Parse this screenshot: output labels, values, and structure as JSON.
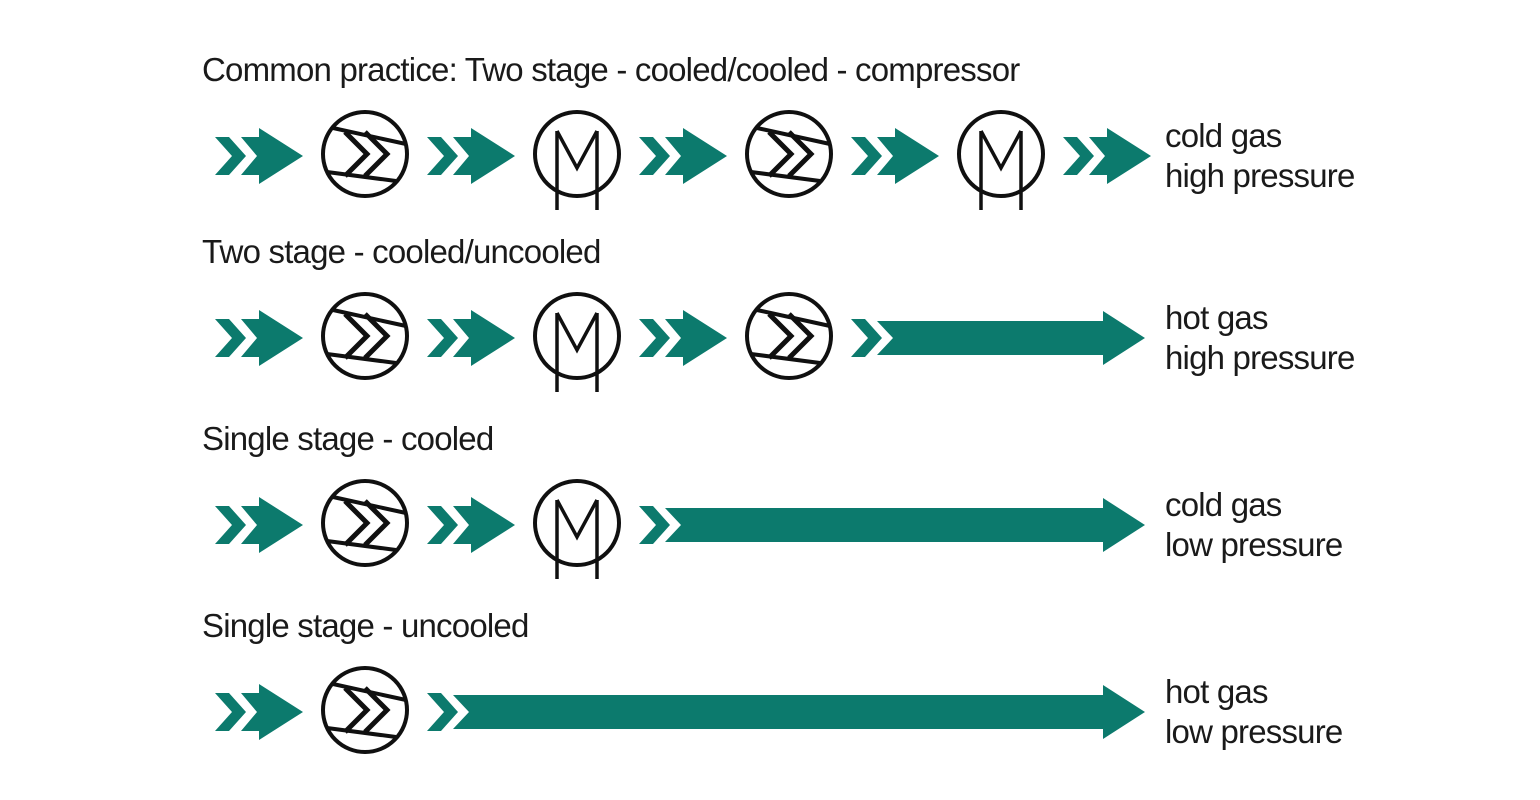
{
  "colors": {
    "accent": "#0c7a6d",
    "symbol_line": "#101010",
    "text": "#1a1a1a",
    "background": "#ffffff"
  },
  "icons": {
    "flow_arrow": "double-chevron-arrow-icon",
    "long_flow_arrow": "long-flow-arrow-icon",
    "compressor": "compressor-icon",
    "motor": "motor-icon"
  },
  "rows": [
    {
      "title": "Common practice: Two stage - cooled/cooled - compressor",
      "sequence": [
        "arrow",
        "compressor",
        "arrow",
        "motor",
        "arrow",
        "compressor",
        "arrow",
        "motor",
        "arrow"
      ],
      "label_lines": [
        "cold gas",
        "high pressure"
      ]
    },
    {
      "title": "Two stage - cooled/uncooled",
      "sequence": [
        "arrow",
        "compressor",
        "arrow",
        "motor",
        "arrow",
        "compressor",
        "long-arrow"
      ],
      "label_lines": [
        "hot gas",
        "high pressure"
      ]
    },
    {
      "title": "Single stage - cooled",
      "sequence": [
        "arrow",
        "compressor",
        "arrow",
        "motor",
        "long-arrow"
      ],
      "label_lines": [
        "cold gas",
        "low pressure"
      ]
    },
    {
      "title": "Single stage - uncooled",
      "sequence": [
        "arrow",
        "compressor",
        "long-arrow"
      ],
      "label_lines": [
        "hot gas",
        "low pressure"
      ]
    }
  ]
}
